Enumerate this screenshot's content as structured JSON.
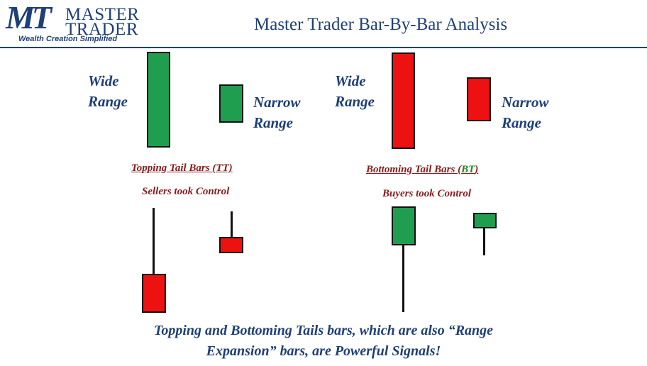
{
  "logo": {
    "mark": "MT",
    "line1": "MASTER",
    "line2": "TRADER",
    "tagline": "Wealth Creation Simplified"
  },
  "header": {
    "title": "Master Trader Bar-By-Bar Analysis"
  },
  "top_left": {
    "wide_line1": "Wide",
    "wide_line2": "Range",
    "narrow_line1": "Narrow",
    "narrow_line2": "Range"
  },
  "top_right": {
    "wide_line1": "Wide",
    "wide_line2": "Range",
    "narrow_line1": "Narrow",
    "narrow_line2": "Range"
  },
  "topping": {
    "heading": "Topping Tail Bars (TT)",
    "subheading": "Sellers took Control"
  },
  "bottoming": {
    "heading_prefix": "Bottoming Tail Bars (",
    "heading_code": "BT",
    "heading_suffix": ")",
    "subheading": "Buyers took Control"
  },
  "footer": {
    "line1": "Topping and Bottoming Tails bars, which are also “Range",
    "line2": "Expansion” bars, are Powerful Signals!"
  },
  "colors": {
    "navy": "#1e3f78",
    "maroon": "#8b1a1a",
    "green": "#1f9e50",
    "red": "#ee1111",
    "bt_green": "#1a8a1a"
  }
}
